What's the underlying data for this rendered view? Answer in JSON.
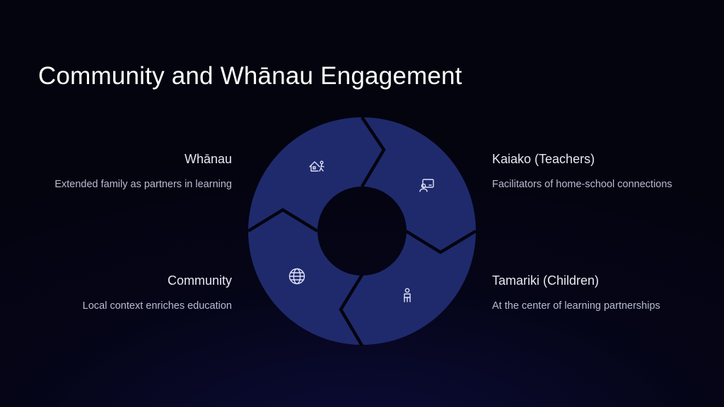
{
  "title": "Community and Whānau Engagement",
  "colors": {
    "segment_fill": "#1f2a6d",
    "segment_stroke": "#3a4aa0",
    "divider": "#04040f",
    "icon": "#dfe3f5"
  },
  "segments": [
    {
      "heading": "Whānau",
      "description": "Extended family as partners in learning",
      "icon": "family-home-icon"
    },
    {
      "heading": "Kaiako (Teachers)",
      "description": "Facilitators of home-school connections",
      "icon": "teacher-board-icon"
    },
    {
      "heading": "Tamariki (Children)",
      "description": "At the center of learning partnerships",
      "icon": "child-icon"
    },
    {
      "heading": "Community",
      "description": "Local context enriches education",
      "icon": "globe-icon"
    }
  ]
}
